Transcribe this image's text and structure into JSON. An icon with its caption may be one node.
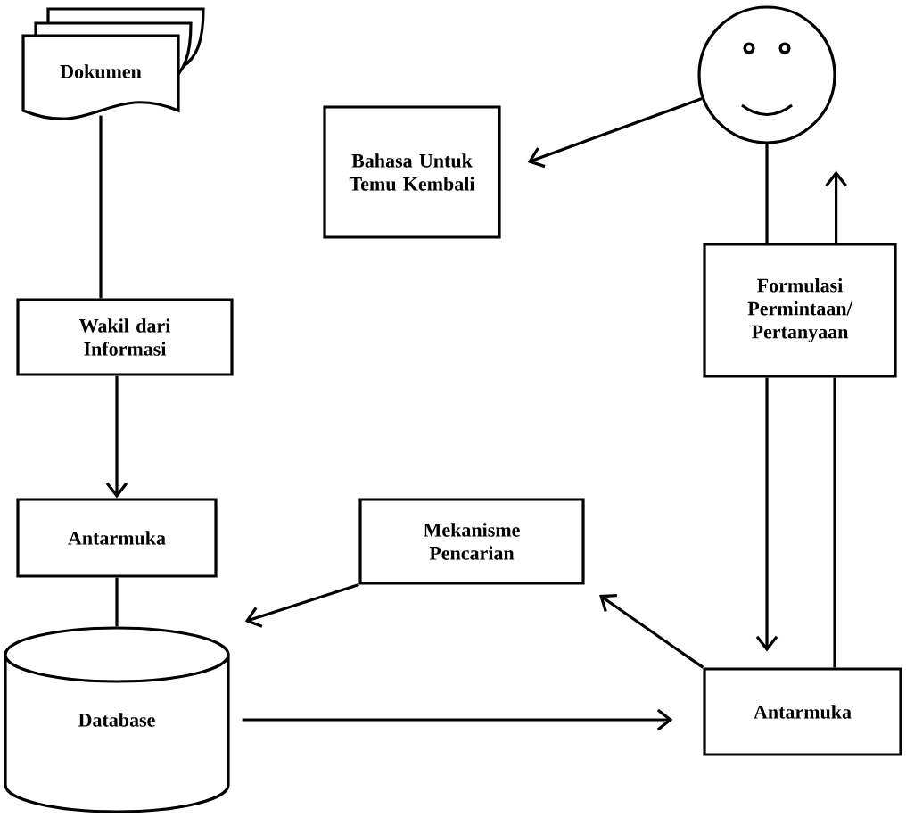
{
  "diagram": {
    "nodes": [
      {
        "text": [
          "Dokumen"
        ]
      },
      {
        "text": [],
        "shape": "person"
      },
      {
        "text": [
          "Bahasa Untuk Temu Kembali"
        ]
      },
      {
        "text": [
          "Formulasi Permintaan/ Pertanyaan"
        ]
      },
      {
        "text": [
          "Wakil dari Informasi"
        ]
      },
      {
        "text": [
          "Antarmuka"
        ]
      },
      {
        "text": [
          "Mekanisme Pencarian"
        ]
      },
      {
        "text": [
          "Database"
        ]
      },
      {
        "text": [
          "Antarmuka"
        ]
      }
    ],
    "edges": [
      {
        "from": 0,
        "to": 4,
        "arrow": "none"
      },
      {
        "from": 4,
        "to": 5,
        "arrow": "to"
      },
      {
        "from": 5,
        "to": 7,
        "arrow": "none"
      },
      {
        "from": 1,
        "to": 2,
        "arrow": "to"
      },
      {
        "from": 1,
        "to": 3,
        "arrow": "none"
      },
      {
        "from": 3,
        "to": 1,
        "arrow": "to"
      },
      {
        "from": 3,
        "to": 8,
        "arrow": "to"
      },
      {
        "from": 8,
        "to": 3,
        "arrow": "none"
      },
      {
        "from": 8,
        "to": 6,
        "arrow": "to"
      },
      {
        "from": 6,
        "to": 7,
        "arrow": "to"
      },
      {
        "from": 7,
        "to": 8,
        "arrow": "to"
      }
    ]
  }
}
